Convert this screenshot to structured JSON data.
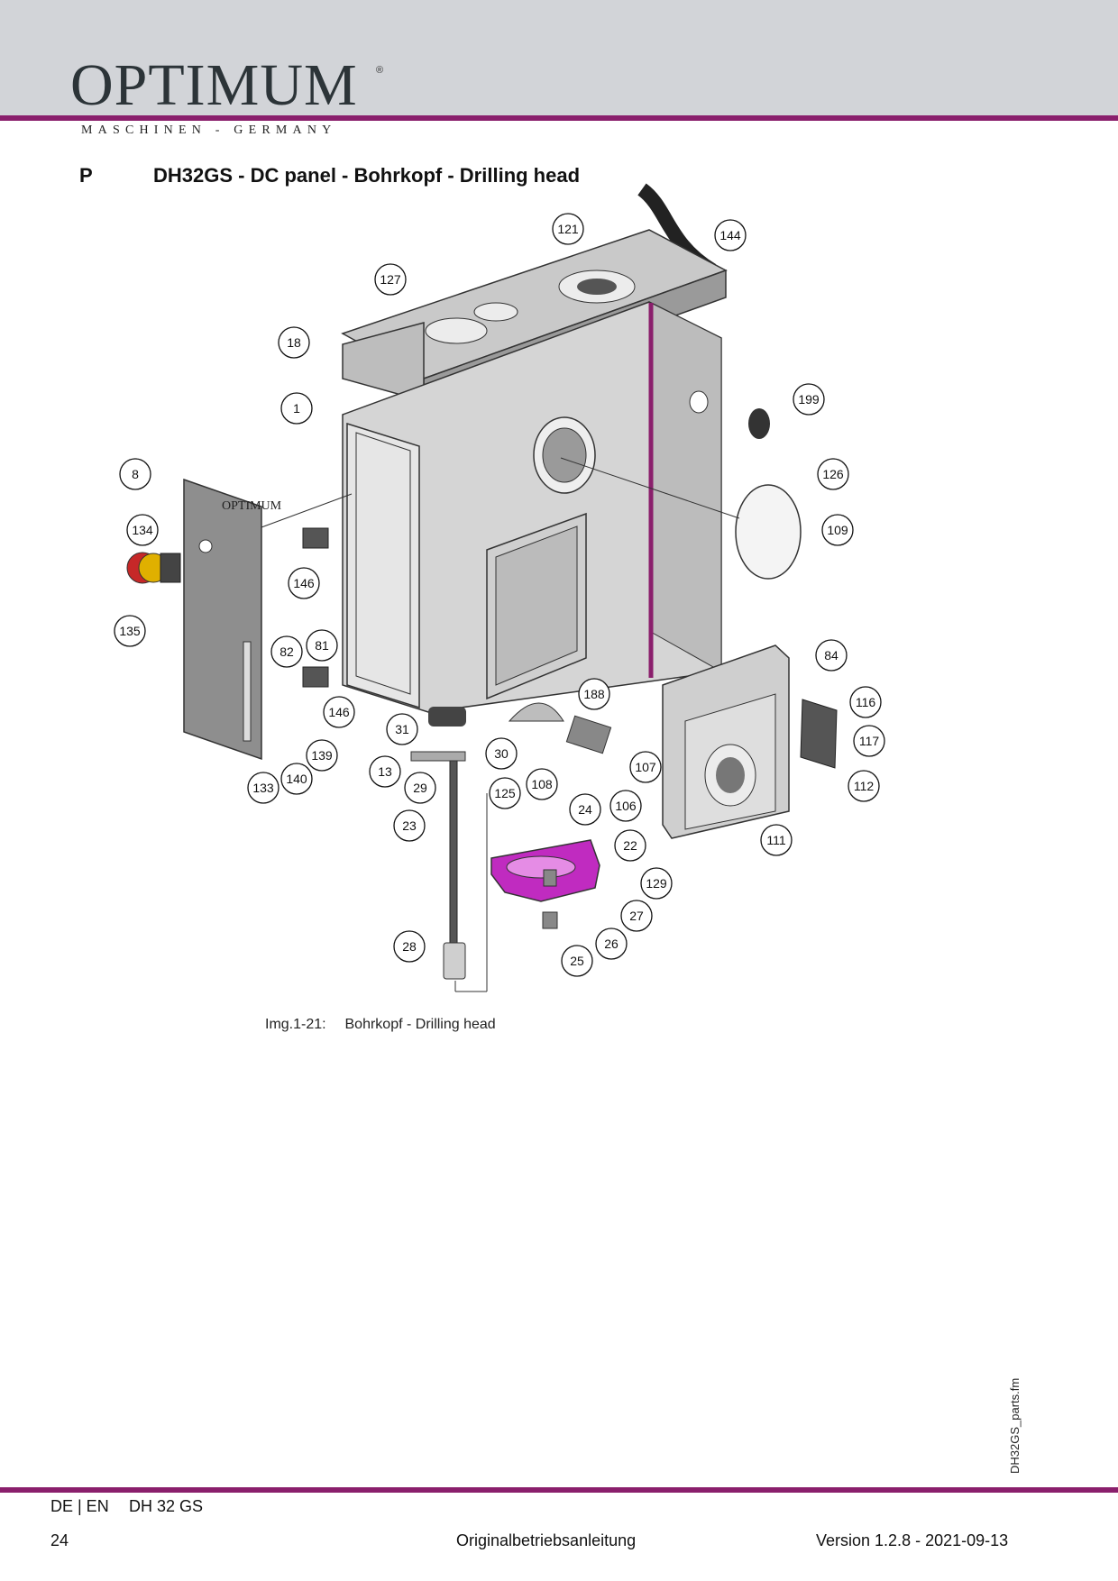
{
  "header": {
    "logo": "OPTIMUM",
    "logo_mark": "®",
    "tagline": "MASCHINEN - GERMANY",
    "brand_rule_color": "#8a1f6c"
  },
  "section": {
    "letter": "P",
    "title": "DH32GS - DC panel - Bohrkopf - Drilling head"
  },
  "figure": {
    "caption_number": "Img.1-21:",
    "caption_text": "Bohrkopf - Drilling head",
    "panel_logo": "OPTIMUM",
    "callouts": [
      "121",
      "144",
      "127",
      "18",
      "1",
      "199",
      "8",
      "126",
      "134",
      "109",
      "146",
      "135",
      "82",
      "81",
      "84",
      "188",
      "116",
      "31",
      "146",
      "117",
      "139",
      "30",
      "107",
      "13",
      "29",
      "133",
      "140",
      "108",
      "112",
      "125",
      "24",
      "106",
      "23",
      "22",
      "111",
      "129",
      "27",
      "26",
      "28",
      "25"
    ]
  },
  "side_label": "DH32GS_parts.fm",
  "footer": {
    "language": "DE | EN",
    "model": "DH 32 GS",
    "page_number": "24",
    "document": "Originalbetriebsanleitung",
    "version": "Version 1.2.8 - 2021-09-13"
  }
}
